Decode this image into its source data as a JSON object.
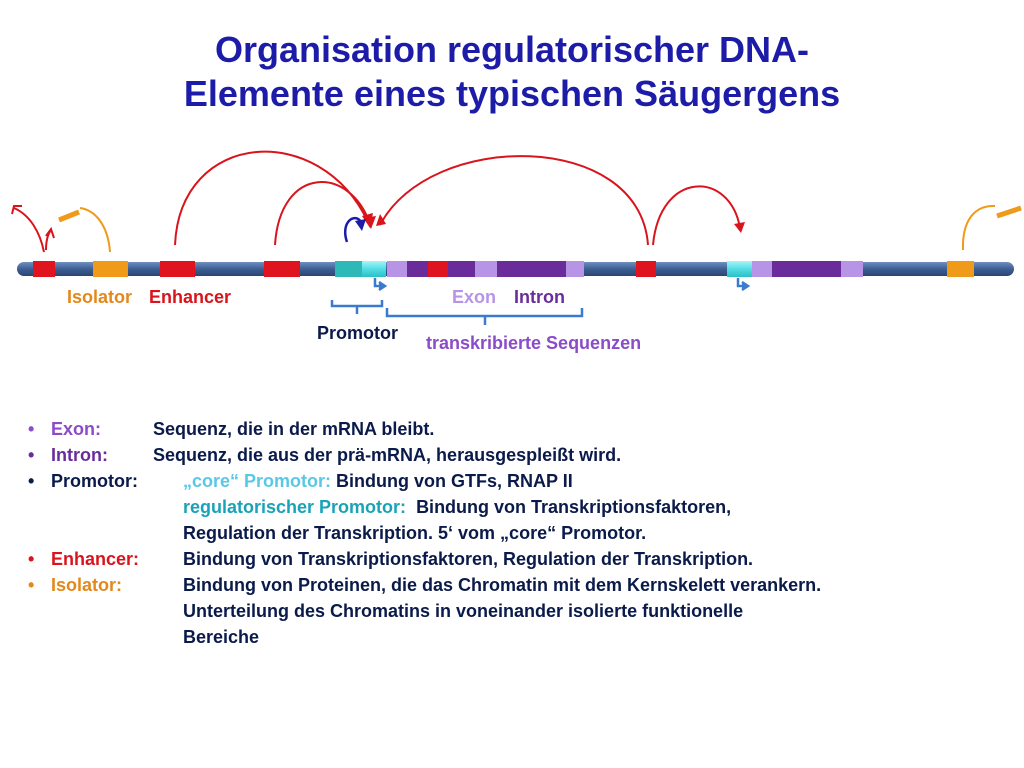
{
  "title": {
    "line1": "Organisation regulatorischer DNA-",
    "line2": "Elemente eines typischen Säugergens"
  },
  "labels": {
    "isolator": "Isolator",
    "enhancer": "Enhancer",
    "exon": "Exon",
    "intron": "Intron",
    "promotor": "Promotor",
    "transcribed": "transkribierte Sequenzen"
  },
  "colors": {
    "title": "#1c1ca8",
    "strand": "#3d5f94",
    "enhancer": "#e0141e",
    "isolator": "#f09a1a",
    "exon": "#b794e6",
    "intron": "#6a2c9a",
    "promotor_core": "#59e0e6",
    "promotor_regulatory": "#2eb8b8",
    "bracket": "#3b7bcf",
    "text": "#0a1a4a"
  },
  "definitions": [
    {
      "term": "Exon:",
      "text": "Sequenz, die in der mRNA bleibt."
    },
    {
      "term": "Intron:",
      "text": "Sequenz, die aus der prä-mRNA, herausgespleißt wird."
    },
    {
      "term": "Promotor:",
      "core_label": "„core“ Promotor:",
      "core_text": "Bindung von GTFs, RNAP II",
      "reg_label": "regulatorischer Promotor:",
      "reg_text": "Bindung von Transkriptionsfaktoren,",
      "reg_text2": "Regulation der Transkription. 5‘ vom „core“ Promotor."
    },
    {
      "term": "Enhancer:",
      "text": "Bindung von Transkriptionsfaktoren, Regulation der Transkription."
    },
    {
      "term": "Isolator:",
      "text": "Bindung von Proteinen, die das Chromatin mit dem Kernskelett verankern.",
      "text2": "Unterteilung des Chromatins in voneinander isolierte funktionelle",
      "text3": "Bereiche"
    }
  ]
}
